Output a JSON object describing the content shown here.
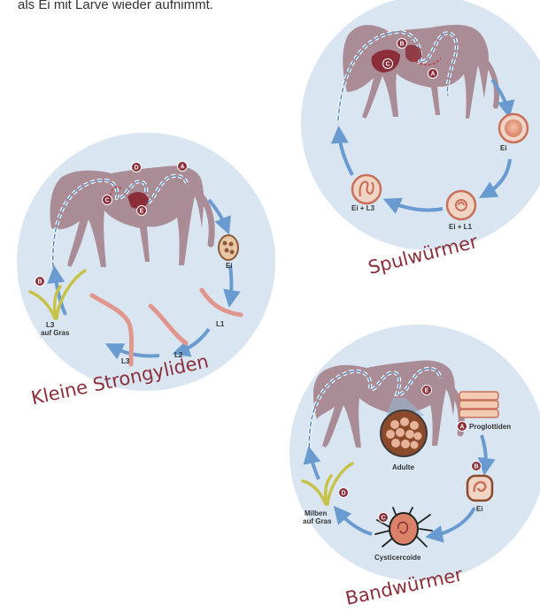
{
  "intro_text": "als Ei mit Larve wieder aufnimmt.",
  "colors": {
    "circle": "#d9e6f1",
    "horse": "#a98c95",
    "arrow": "#6a9bd0",
    "worm": "#e0968c",
    "dark": "#8b2e3a",
    "grass": "#c7c24a"
  },
  "spulwuermer": {
    "title": "Spulwürmer",
    "markers": [
      "A",
      "B",
      "C"
    ],
    "labels": {
      "ei": "Ei",
      "ei_l1": "Ei + L1",
      "ei_l3": "Ei + L3"
    }
  },
  "strongyliden": {
    "title": "Kleine Strongyliden",
    "markers": [
      "A",
      "B",
      "C",
      "D",
      "E"
    ],
    "labels": {
      "ei": "Ei",
      "l1": "L1",
      "l2": "L2",
      "l3": "L3",
      "l3_gras_1": "L3",
      "l3_gras_2": "auf Gras"
    }
  },
  "bandwuermer": {
    "title": "Bandwürmer",
    "markers": [
      "A",
      "B",
      "C",
      "D",
      "E"
    ],
    "labels": {
      "proglottiden": "Proglottiden",
      "adulte": "Adulte",
      "ei": "Ei",
      "cysticercoide": "Cysticercoide",
      "milben_1": "Milben",
      "milben_2": "auf Gras"
    }
  }
}
